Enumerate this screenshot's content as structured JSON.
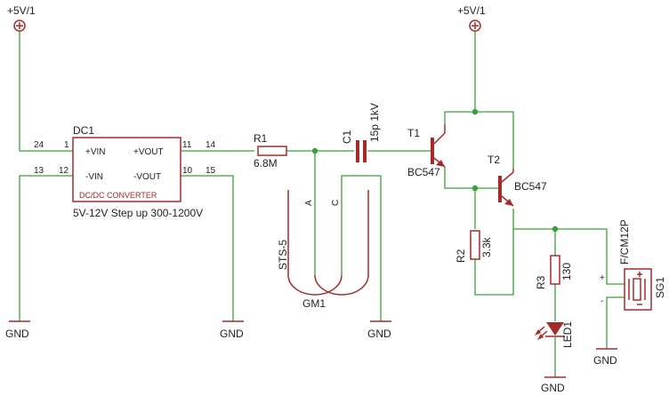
{
  "supplies": {
    "left": "+5V/1",
    "right": "+5V/1"
  },
  "dc1": {
    "name": "DC1",
    "pin_vin_p": "+VIN",
    "pin_vin_n": "-VIN",
    "pin_vout_p": "+VOUT",
    "pin_vout_n": "-VOUT",
    "box_label": "DC/DC CONVERTER",
    "desc": "5V-12V Step up 300-1200V",
    "n24": "24",
    "n1": "1",
    "n13": "13",
    "n12": "12",
    "n11": "11",
    "n14": "14",
    "n10": "10",
    "n15": "15"
  },
  "r1": {
    "name": "R1",
    "value": "6.8M"
  },
  "c1": {
    "name": "C1",
    "value": "15p 1kV"
  },
  "gm1": {
    "name": "GM1",
    "type": "STS-5",
    "pin_a": "A",
    "pin_c": "C"
  },
  "t1": {
    "name": "T1",
    "model": "BC547"
  },
  "t2": {
    "name": "T2",
    "model": "BC547"
  },
  "r2": {
    "name": "R2",
    "value": "3.3k"
  },
  "r3": {
    "name": "R3",
    "value": "130"
  },
  "led1": {
    "name": "LED1"
  },
  "sg1": {
    "name": "SG1",
    "model": "F/CM12P",
    "plus": "+",
    "minus": "-"
  },
  "gnd": [
    "GND",
    "GND",
    "GND",
    "GND",
    "GND"
  ]
}
